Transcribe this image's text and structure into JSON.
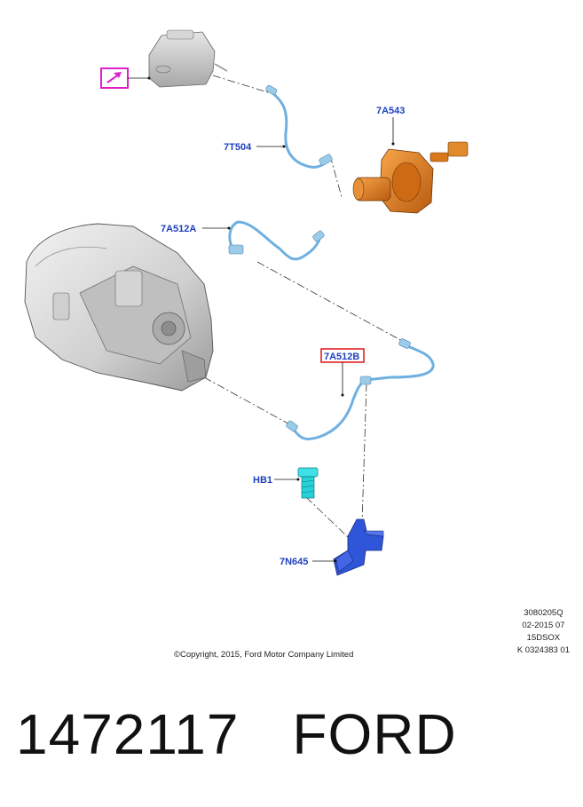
{
  "callouts": {
    "reservoir": "",
    "tube_upper": "7T504",
    "slave_cylinder": "7A543",
    "tube_mid": "7A512A",
    "tube_lower": "7A512B",
    "bolt": "HB1",
    "bracket": "7N645"
  },
  "copyright": "©Copyright, 2015, Ford Motor Company Limited",
  "ref_codes": [
    "3080205Q",
    "02-2015 07",
    "15DSOX",
    "K 0324383 01"
  ],
  "part_number": "1472117",
  "brand": "FORD",
  "colors": {
    "callout_text": "#1f3fbf",
    "highlight_box": "#e01010",
    "reservoir_marker": "#e020c8",
    "tube": "#6fb0e0",
    "cylinder": "#e07818",
    "bolt": "#28d0d8",
    "bracket": "#2f55d8",
    "housing": "#d8d8d8"
  },
  "icons": {
    "reservoir_marker": "arrow-up-right-icon"
  }
}
